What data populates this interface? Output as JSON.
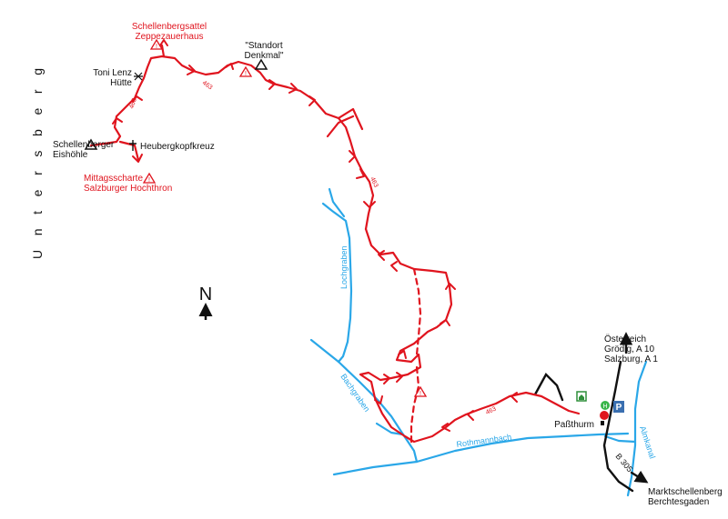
{
  "title_vertical": "Untersberg",
  "north_label": "N",
  "trail_number": "463",
  "places": {
    "schellenbergsattel_1": "Schellenbergsattel",
    "schellenbergsattel_2": "Zeppezauerhaus",
    "standort_1": "\"Standort",
    "standort_2": "Denkmal\"",
    "toni_1": "Toni Lenz",
    "toni_2": "Hütte",
    "eishoehle_1": "Schellenberger",
    "eishoehle_2": "Eishöhle",
    "heubergkopf": "Heubergkopfkreuz",
    "mittag_1": "Mittagsscharte",
    "mittag_2": "Salzburger Hochthron",
    "oesterreich": "Österreich",
    "groedig": "Grödig, A 10",
    "salzburg": "Salzburg, A 1",
    "passthurm": "Paßthurm",
    "marktschellenberg": "Marktschellenberg",
    "berchtesgaden": "Berchtesgaden"
  },
  "waters": {
    "lochgraben": "Lochgraben",
    "bachgraben": "Bachgraben",
    "rothmannbach": "Rothmannbach",
    "almkanal": "Almkanal"
  },
  "roads": {
    "b305": "B 305"
  },
  "colors": {
    "trail": "#e0141e",
    "water": "#2aa7e8",
    "road": "#111111",
    "parking": "#3a6fb0",
    "bus": "#39b54a",
    "info": "#2f8f3a"
  },
  "icons": [
    "summit-triangle-icon",
    "warning-triangle-icon",
    "cross-icon",
    "hut-icon",
    "parking-icon",
    "bus-stop-icon",
    "info-icon",
    "tower-icon",
    "direction-arrow-icon"
  ]
}
